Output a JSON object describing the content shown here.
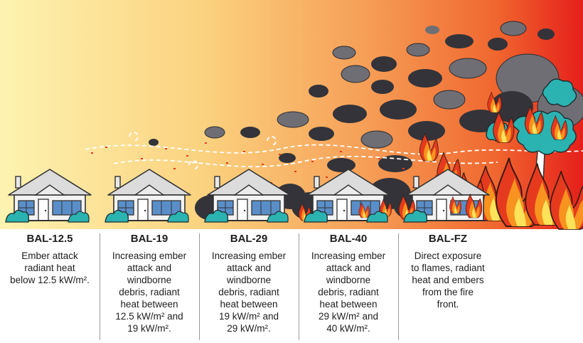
{
  "colors": {
    "sky_left": "#fdf1a6",
    "sky_mid": "#f7a257",
    "sky_right": "#e8261c",
    "smoke_dark": "#333339",
    "smoke_grey": "#6e6e74",
    "foliage": "#2ab3b1",
    "flame_red": "#e63a1e",
    "flame_orange": "#f7931e",
    "flame_yellow": "#fde25a",
    "house_roof": "#d9d9d9",
    "house_wall": "#f2f2f2",
    "window": "#5a8ec8"
  },
  "levels": [
    {
      "title": "BAL-12.5",
      "lines": [
        "Ember attack",
        "radiant heat",
        "below 12.5 kW/m²."
      ]
    },
    {
      "title": "BAL-19",
      "lines": [
        "Increasing ember",
        "attack and",
        "windborne",
        "debris, radiant",
        "heat between",
        "12.5 kW/m² and",
        "19 kW/m²."
      ]
    },
    {
      "title": "BAL-29",
      "lines": [
        "Increasing ember",
        "attack and",
        "windborne",
        "debris, radiant",
        "heat between",
        "19 kW/m² and",
        "29 kW/m²."
      ]
    },
    {
      "title": "BAL-40",
      "lines": [
        "Increasing ember",
        "attack and",
        "windborne",
        "debris, radiant",
        "heat between",
        "29 kW/m² and",
        "40 kW/m²."
      ]
    },
    {
      "title": "BAL-FZ",
      "lines": [
        "Direct exposure",
        "to flames, radiant",
        "heat and embers",
        "from the fire",
        "front."
      ]
    }
  ]
}
